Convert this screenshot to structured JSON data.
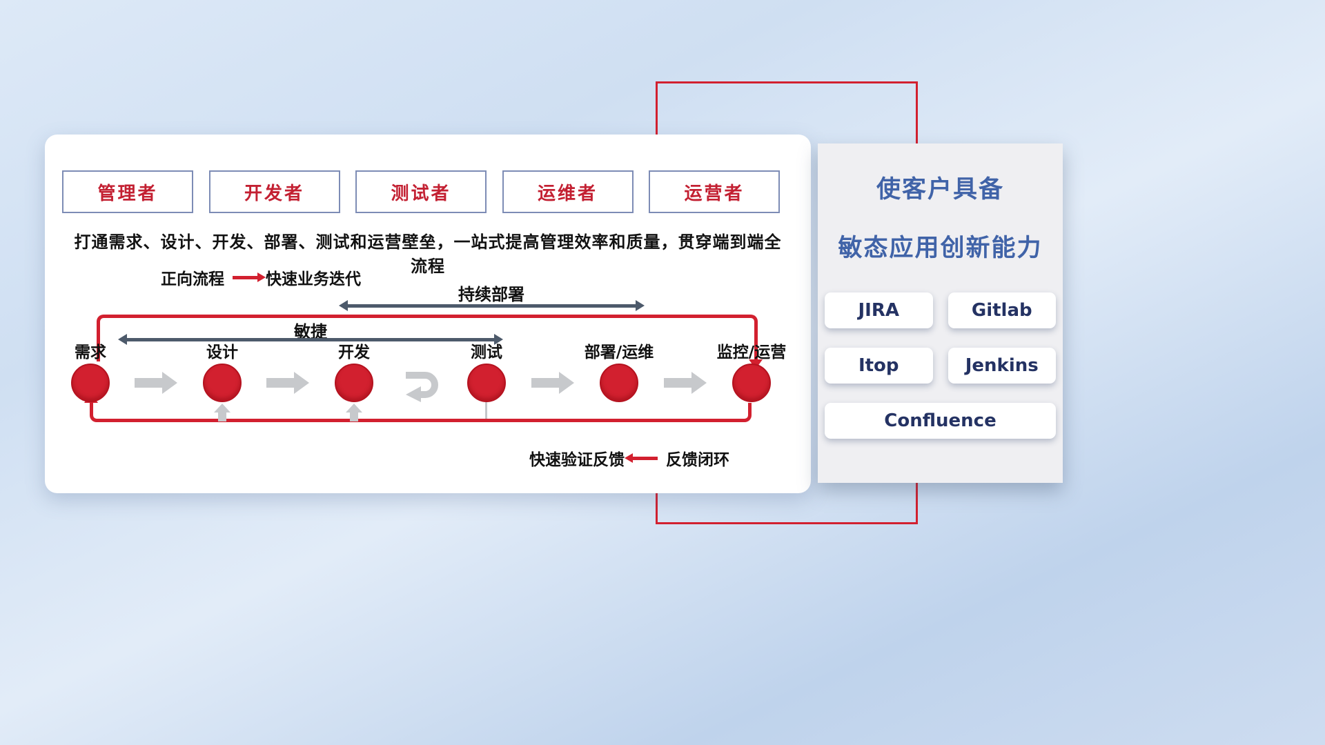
{
  "roles": {
    "items": [
      "管理者",
      "开发者",
      "测试者",
      "运维者",
      "运营者"
    ]
  },
  "description": "打通需求、设计、开发、部署、测试和运营壁垒，一站式提高管理效率和质量，贯穿端到端全流程",
  "legend": {
    "forward_label": "正向流程",
    "forward_value": "快速业务迭代",
    "feedback_value": "快速验证反馈",
    "feedback_label": "反馈闭环"
  },
  "flow": {
    "continuous_deployment": "持续部署",
    "agile": "敏捷",
    "nodes": [
      "需求",
      "设计",
      "开发",
      "测试",
      "部署/运维",
      "监控/运营"
    ]
  },
  "panel": {
    "title_line1": "使客户具备",
    "title_line2": "敏态应用创新能力",
    "tools": [
      "JIRA",
      "Gitlab",
      "Itop",
      "Jenkins",
      "Confluence"
    ]
  },
  "colors": {
    "accent_red": "#d2202f",
    "title_blue": "#4063a8",
    "tool_text": "#243263",
    "dark_arrow": "#4d5a6b",
    "light_arrow": "#c7c9cc"
  }
}
